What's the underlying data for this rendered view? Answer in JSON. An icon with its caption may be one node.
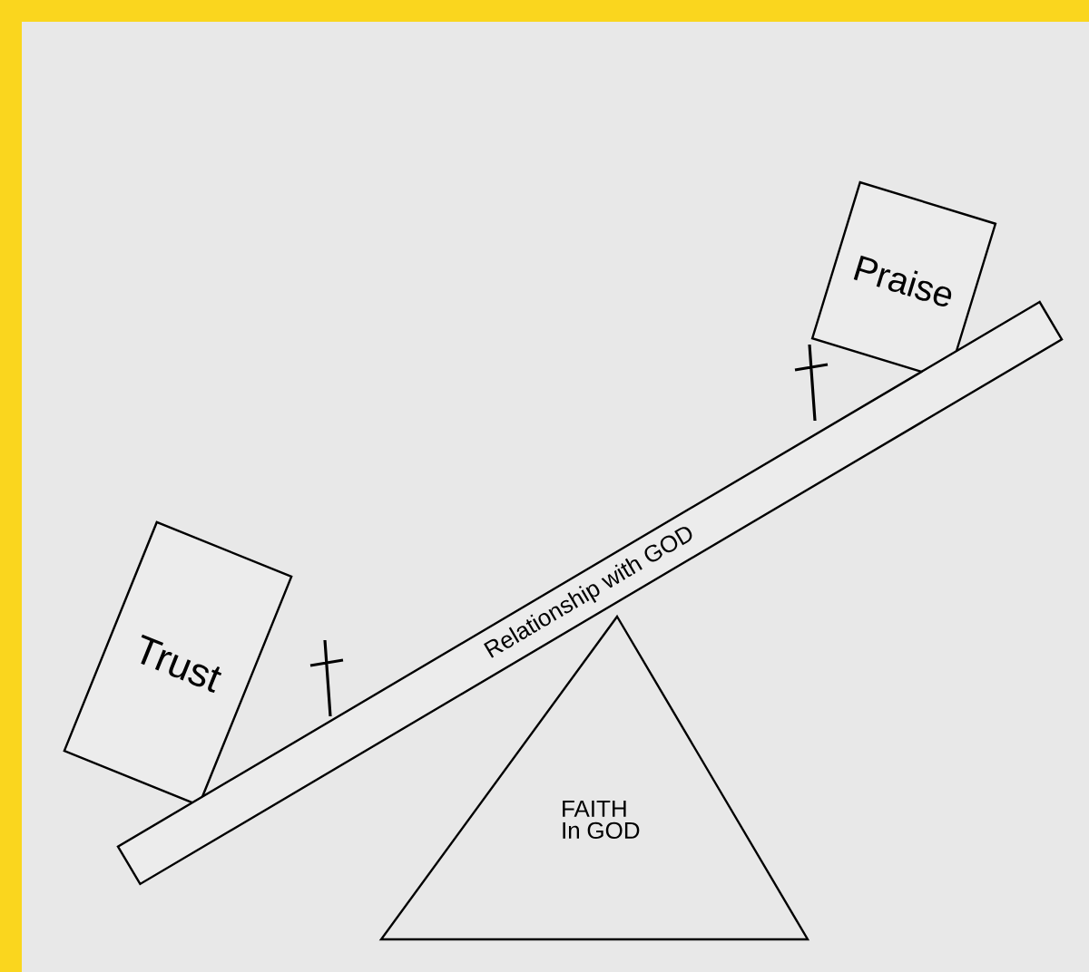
{
  "diagram": {
    "nodes": [
      {
        "text": [
          "Trust"
        ]
      },
      {
        "text": [
          "Praise"
        ]
      },
      {
        "text": [
          "Relationship with GOD"
        ]
      },
      {
        "text": [
          "FAITH In GOD"
        ]
      }
    ]
  }
}
